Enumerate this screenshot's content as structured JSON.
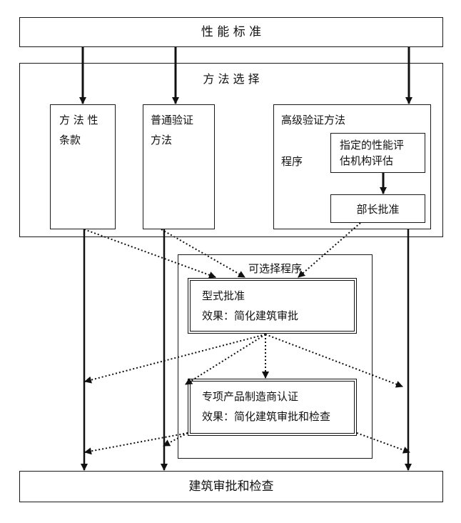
{
  "performance_standard": "性 能 标 准",
  "method_selection": "方 法 选 择",
  "prescriptive": {
    "line1": "方 法 性",
    "line2": "条款"
  },
  "general": {
    "line1": "普通验证",
    "line2": "方法"
  },
  "advanced": {
    "title": "高级验证方法",
    "procedure_label": "程序",
    "evaluation": {
      "line1": "指定的性能评",
      "line2": "估机构评估"
    },
    "approval": "部长批准"
  },
  "optional_procedure": "可选择程序",
  "type_approval": {
    "title": "型式批准",
    "effect": "效果：简化建筑审批"
  },
  "manufacturer_cert": {
    "title": "专项产品制造商认证",
    "effect": "效果：简化建筑审批和检查"
  },
  "building_approval": "建筑审批和检查"
}
